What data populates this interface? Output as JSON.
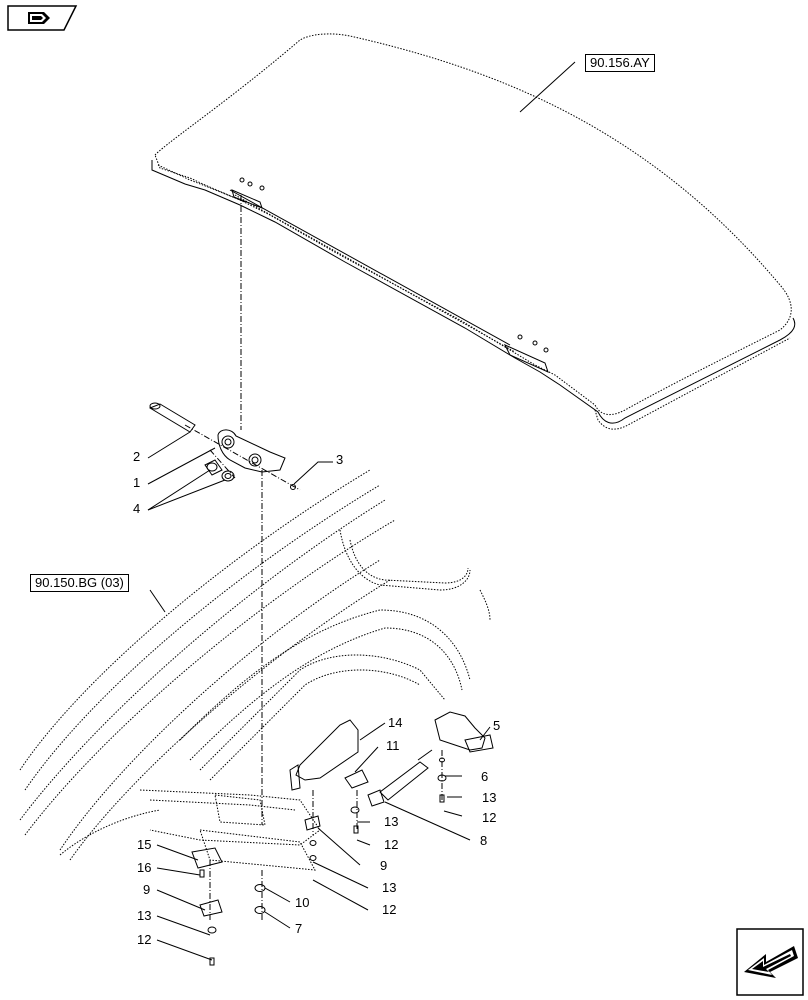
{
  "refs": {
    "roof_ref": "90.156.AY",
    "cab_ref": "90.150.BG (03)"
  },
  "callouts": [
    {
      "id": "c2",
      "text": "2"
    },
    {
      "id": "c1",
      "text": "1"
    },
    {
      "id": "c4",
      "text": "4"
    },
    {
      "id": "c3",
      "text": "3"
    },
    {
      "id": "c14",
      "text": "14"
    },
    {
      "id": "c5",
      "text": "5"
    },
    {
      "id": "c11",
      "text": "11"
    },
    {
      "id": "c6",
      "text": "6"
    },
    {
      "id": "c13a",
      "text": "13"
    },
    {
      "id": "c12a",
      "text": "12"
    },
    {
      "id": "c8",
      "text": "8"
    },
    {
      "id": "c13b",
      "text": "13"
    },
    {
      "id": "c12b",
      "text": "12"
    },
    {
      "id": "c9a",
      "text": "9"
    },
    {
      "id": "c13c",
      "text": "13"
    },
    {
      "id": "c12c",
      "text": "12"
    },
    {
      "id": "c15",
      "text": "15"
    },
    {
      "id": "c16",
      "text": "16"
    },
    {
      "id": "c9b",
      "text": "9"
    },
    {
      "id": "c10",
      "text": "10"
    },
    {
      "id": "c13d",
      "text": "13"
    },
    {
      "id": "c7",
      "text": "7"
    },
    {
      "id": "c12d",
      "text": "12"
    }
  ],
  "icons": {
    "top_left": "book-icon",
    "bottom_right": "navigate-arrow-icon"
  }
}
